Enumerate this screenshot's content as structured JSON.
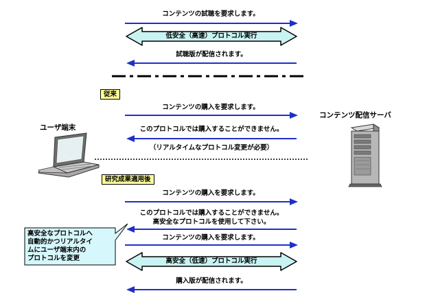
{
  "colors": {
    "arrow": "#1f2fc8",
    "band": "#c9f2f2",
    "tag_bg": "#ffff99",
    "callout_bg": "#d6f7fb"
  },
  "actors": {
    "user": "ユーザ端末",
    "server": "コンテンツ配信サーバ"
  },
  "icons": [
    "laptop-icon",
    "server-tower-icon"
  ],
  "trial": {
    "msg1": "コンテンツの試聴を要求します。",
    "band1": "低安全（高速）プロトコル実行",
    "msg2": "試聴版が配信されます。"
  },
  "conventional": {
    "tag": "従来",
    "msg1": "コンテンツの購入を要求します。",
    "msg2": "このプロトコルでは購入することができません。",
    "note": "（リアルタイムなプロトコル変更が必要）"
  },
  "research": {
    "tag": "研究成果適用後",
    "msg1": "コンテンツの購入を要求します。",
    "msg2_line1": "このプロトコルでは購入することができません。",
    "msg2_line2": "高安全なプロトコルを使用して下さい。",
    "msg3": "コンテンツの購入を要求します。",
    "band2": "高安全（低速）プロトコル実行",
    "msg4": "購入版が配信されます。"
  },
  "callout": {
    "line1": "高安全なプロトコルへ",
    "line2": "自動的かつリアルタイ",
    "line3": "ムにユーザ端末内の",
    "line4": "プロトコルを変更"
  }
}
